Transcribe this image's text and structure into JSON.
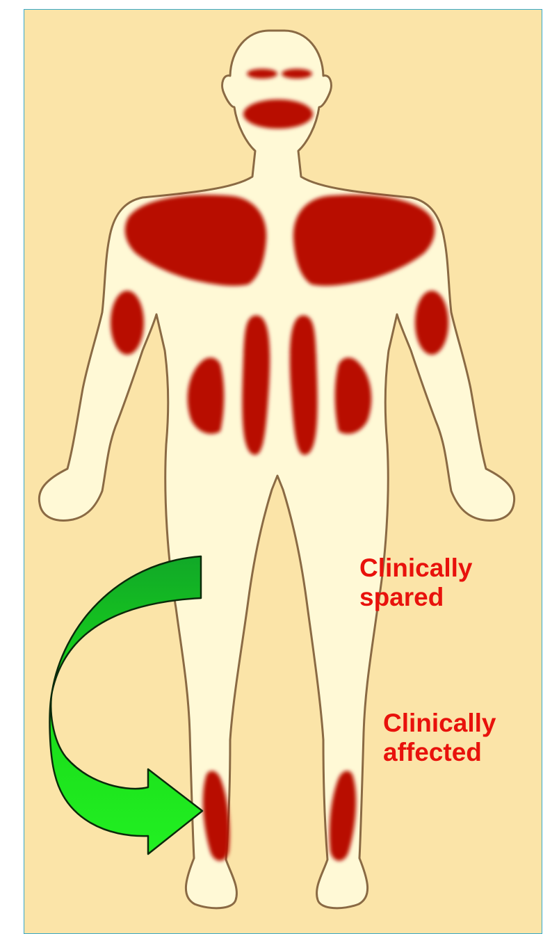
{
  "figure": {
    "labels": {
      "spared_line1": "Clinically",
      "spared_line2": "spared",
      "affected_line1": "Clinically",
      "affected_line2": "affected"
    },
    "icons": [
      "human-body-outline",
      "curved-arrow"
    ],
    "colors": {
      "background": "#FBE4A8",
      "border": "#36A9C9",
      "body_fill": "#FFF9D6",
      "body_outline": "#8A6A44",
      "muscle_affected": "#B80E00",
      "arrow_fill": "#19E619",
      "label_text": "#E8120C"
    }
  }
}
